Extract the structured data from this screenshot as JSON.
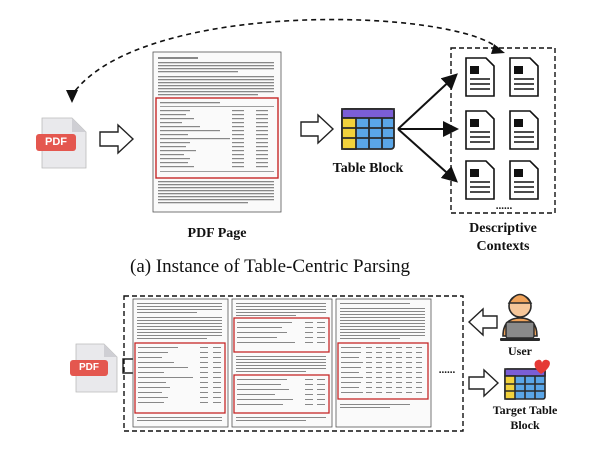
{
  "top": {
    "pdf_icon_text": "PDF",
    "pdf_page_label": "PDF Page",
    "table_block_label": "Table Block",
    "descriptive_contexts_label_line1": "Descriptive",
    "descriptive_contexts_label_line2": "Contexts",
    "ellipsis": "......",
    "caption": "(a) Instance of Table-Centric Parsing"
  },
  "bottom": {
    "pdf_icon_text": "PDF",
    "ellipsis": "......",
    "user_label": "User",
    "target_label_line1": "Target Table",
    "target_label_line2": "Block"
  },
  "colors": {
    "pdf_red": "#e4574f",
    "table_purple": "#7b5ed6",
    "table_yellow": "#f2d23c",
    "table_blue": "#5aa6e8",
    "highlight_red": "#c62828",
    "user_orange": "#f0a35a",
    "heart_red": "#e53935"
  }
}
